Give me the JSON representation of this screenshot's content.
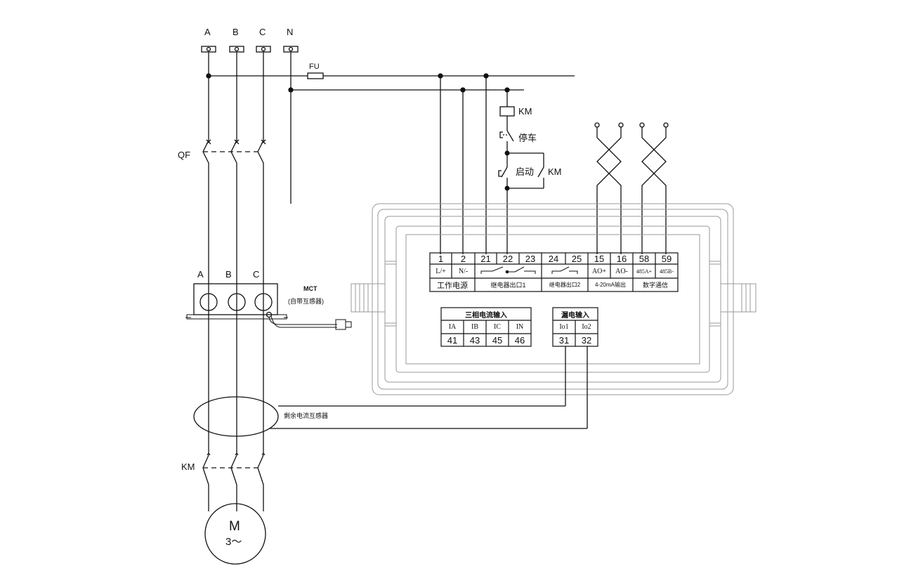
{
  "phases": [
    "A",
    "B",
    "C",
    "N"
  ],
  "fuse_label": "FU",
  "breaker_label": "QF",
  "contactor_label": "KM",
  "ct": {
    "phase_labels": [
      "A",
      "B",
      "C"
    ],
    "name": "MCT",
    "note": "(自带互感器)"
  },
  "control_circuit": {
    "coil_label": "KM",
    "stop_label": "停车",
    "start_label": "启动",
    "holding_contact_label": "KM"
  },
  "residual_ct_label": "剩余电流互感器",
  "motor": {
    "label": "M",
    "sublabel": "3～"
  },
  "terminal_block": {
    "numbers": [
      "1",
      "2",
      "21",
      "22",
      "23",
      "24",
      "25",
      "15",
      "16",
      "58",
      "59"
    ],
    "signals": [
      "L/+",
      "N/-",
      "AO+",
      "AO-",
      "485A+",
      "485B-"
    ],
    "groups": [
      "工作电源",
      "继电器出口1",
      "继电器出口2",
      "4-20mA输出",
      "数字通信"
    ]
  },
  "current_input": {
    "title": "三相电流输入",
    "signals": [
      "IA",
      "IB",
      "IC",
      "IN"
    ],
    "terminals": [
      "41",
      "43",
      "45",
      "46"
    ]
  },
  "leakage_input": {
    "title": "漏电输入",
    "signals": [
      "Io1",
      "Io2"
    ],
    "terminals": [
      "31",
      "32"
    ]
  }
}
